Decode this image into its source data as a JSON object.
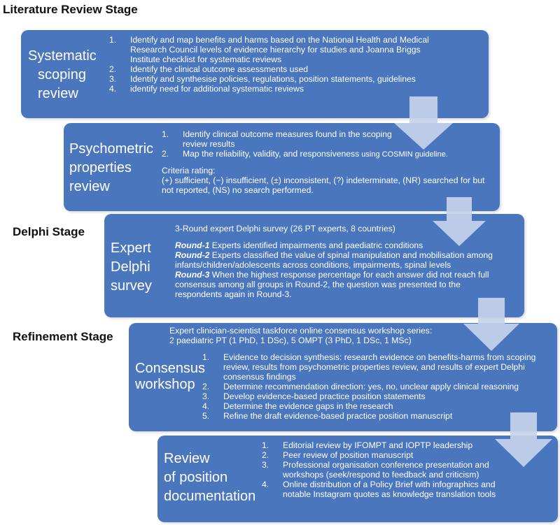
{
  "stages": {
    "literature": "Literature Review Stage",
    "delphi": "Delphi Stage",
    "refinement": "Refinement Stage"
  },
  "colors": {
    "box": "#4a76bd",
    "arrow": "#c5d2ea"
  },
  "boxes": {
    "scoping": {
      "title": [
        "Systematic",
        "scoping",
        "review"
      ],
      "items": [
        {
          "n": "1.",
          "text": "Identify and map benefits and harms based on the National Health and Medical Research Council levels of evidence hierarchy for studies and Joanna Briggs Institute checklist for systematic reviews"
        },
        {
          "n": "2.",
          "text": "Identify the clinical outcome assessments used"
        },
        {
          "n": "3.",
          "text": "Identify and synthesise policies, regulations, position statements, guidelines"
        },
        {
          "n": "4.",
          "text": "identify need for additional systematic reviews"
        }
      ]
    },
    "psychometric": {
      "title": [
        "Psychometric",
        "properties",
        "review"
      ],
      "item1": {
        "n": "1.",
        "text": "Identify clinical outcome measures found in the scoping review results"
      },
      "item2": {
        "n": "2.",
        "text": "Map the reliability, validity, and responsiveness",
        "small": " using COSMIN guideline."
      },
      "criteria_heading": "Criteria rating:",
      "criteria_text": "(+) sufficient, (−) insufficient, (±) inconsistent, (?) indeterminate, (NR) searched for but not reported, (NS) no search performed."
    },
    "delphi": {
      "title": [
        "Expert",
        "Delphi",
        "survey"
      ],
      "intro": "3-Round expert Delphi survey (26 PT experts, 8 countries)",
      "rounds": [
        {
          "label": "Round-1",
          "text": "  Experts identified impairments and paediatric conditions"
        },
        {
          "label": "Round-2",
          "text": "  Experts classified the value of spinal manipulation and mobilisation among infants/children/adolescents across conditions, impairments, spinal levels"
        },
        {
          "label": "Round-3",
          "text": "  When the highest response percentage for each answer did not reach full consensus among all groups in Round-2, the question was presented to the respondents again in Round-3."
        }
      ]
    },
    "consensus": {
      "title": [
        "Consensus",
        "workshop"
      ],
      "intro": "Expert clinician-scientist taskforce online consensus workshop series:",
      "intro2": "2 paediatric PT (1 PhD, 1 DSc), 5 OMPT (3 PhD, 1 DSc, 1 MSc)",
      "items": [
        {
          "n": "1.",
          "text": "Evidence to decision synthesis: research evidence on benefits-harms from scoping review, results from psychometric properties review, and results of expert Delphi consensus findings"
        },
        {
          "n": "2.",
          "text": "Determine recommendation direction: yes, no, unclear apply clinical reasoning"
        },
        {
          "n": "3.",
          "text": "Develop evidence-based practice position statements"
        },
        {
          "n": "4.",
          "text": "Determine the evidence gaps in the research"
        },
        {
          "n": "5.",
          "text": "Refine the draft evidence-based practice position manuscript"
        }
      ]
    },
    "review": {
      "title": [
        "Review",
        "of position",
        "documentation"
      ],
      "items": [
        {
          "n": "1.",
          "text": "Editorial review by IFOMPT and IOPTP leadership"
        },
        {
          "n": "2.",
          "text": "Peer review of position manuscript"
        },
        {
          "n": "3.",
          "text": "Professional organisation conference presentation and workshops (seek/respond to feedback and criticism)"
        },
        {
          "n": "4.",
          "text": "Online distribution of a Policy Brief with infographics and notable Instagram quotes  as knowledge translation tools"
        }
      ]
    }
  }
}
